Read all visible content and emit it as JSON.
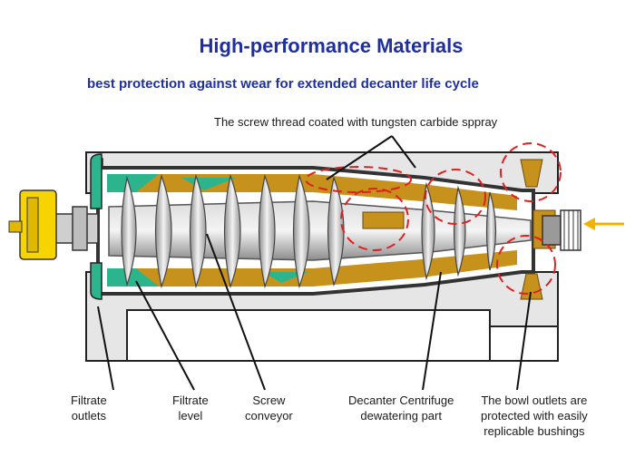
{
  "header": {
    "title": "High-performance Materials",
    "subtitle": "best protection against wear for extended decanter life cycle"
  },
  "callouts": {
    "screw_thread": "The screw thread coated with tungsten carbide sppray"
  },
  "labels": {
    "filtrate_outlets": [
      "Filtrate",
      "outlets"
    ],
    "filtrate_level": [
      "Filtrate",
      "level"
    ],
    "screw_conveyor": [
      "Screw",
      "conveyor"
    ],
    "dewatering_part": [
      "Decanter Centrifuge",
      "dewatering part"
    ],
    "bowl_outlets": [
      "The bowl outlets are",
      "protected with easily",
      "replicable bushings"
    ]
  },
  "colors": {
    "title": "#1f2f9e",
    "slurry": "#c7921c",
    "filtrate": "#2cb48c",
    "screw": "#a9a9a9",
    "frame": "#e6e6e6",
    "wear_circle": "#e02020",
    "feed_arrow": "#f2b200",
    "motor": "#f5d400"
  }
}
